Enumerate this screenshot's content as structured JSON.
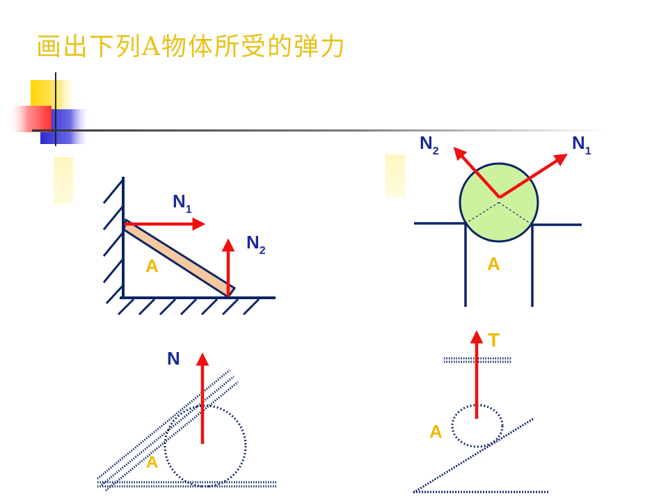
{
  "title": "画出下列A物体所受的弹力",
  "colors": {
    "title": "#e8c21a",
    "navy": "#0c2464",
    "force": "#ee1111",
    "body_label": "#f0b800",
    "force_label": "#1a2a9a",
    "rod_fill": "#f5c8a0",
    "ball_fill": "#ccf2a0"
  },
  "diagrams": {
    "rod": {
      "body_label": "A",
      "force1": {
        "name": "N",
        "sub": "1"
      },
      "force2": {
        "name": "N",
        "sub": "2"
      }
    },
    "ball": {
      "body_label": "A",
      "force1": {
        "name": "N",
        "sub": "1"
      },
      "force2": {
        "name": "N",
        "sub": "2"
      }
    },
    "cylinder": {
      "body_label": "A",
      "force": {
        "name": "N"
      }
    },
    "hanging": {
      "body_label": "A",
      "force": {
        "name": "T"
      }
    }
  }
}
